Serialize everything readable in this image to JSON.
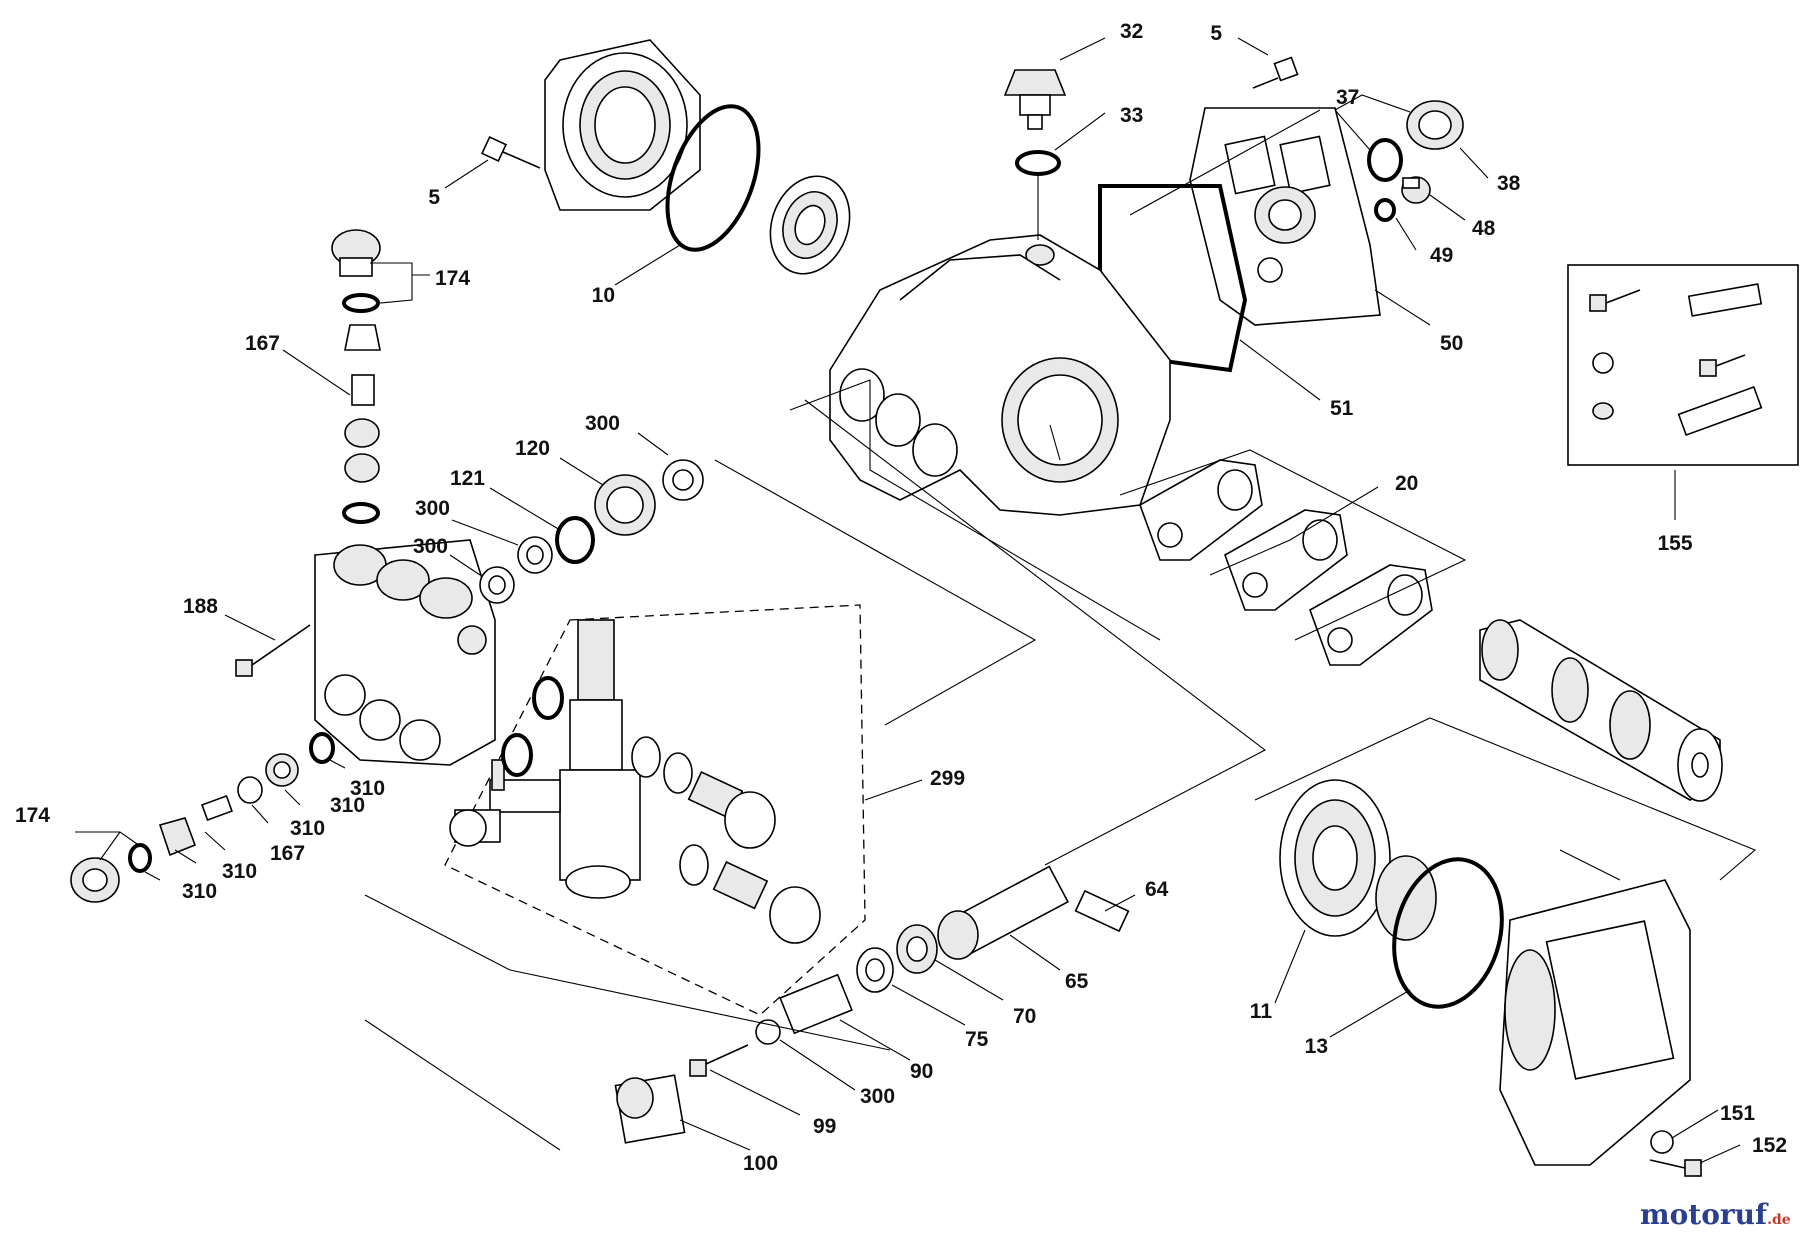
{
  "labels": {
    "p32": "32",
    "p5a": "5",
    "p33": "33",
    "p37": "37",
    "p38": "38",
    "p48": "48",
    "p49": "49",
    "p5b": "5",
    "p10": "10",
    "p174a": "174",
    "p167a": "167",
    "p50": "50",
    "p51": "51",
    "p155": "155",
    "p120": "120",
    "p300a": "300",
    "p121": "121",
    "p300b": "300",
    "p300c": "300",
    "p20": "20",
    "p188": "188",
    "p310a": "310",
    "p310b": "310",
    "p310c": "310",
    "p310d": "310",
    "p310e": "310",
    "p167b": "167",
    "p174b": "174",
    "p299": "299",
    "p64": "64",
    "p65": "65",
    "p70": "70",
    "p75": "75",
    "p90": "90",
    "p300d": "300",
    "p99": "99",
    "p100": "100",
    "p11": "11",
    "p13": "13",
    "p151": "151",
    "p152": "152"
  },
  "watermark": {
    "main": "motoruf",
    "suffix": ".de"
  },
  "colors": {
    "ink": "#000000",
    "brand_blue": "#2a3f8f",
    "brand_red": "#c0392b"
  }
}
